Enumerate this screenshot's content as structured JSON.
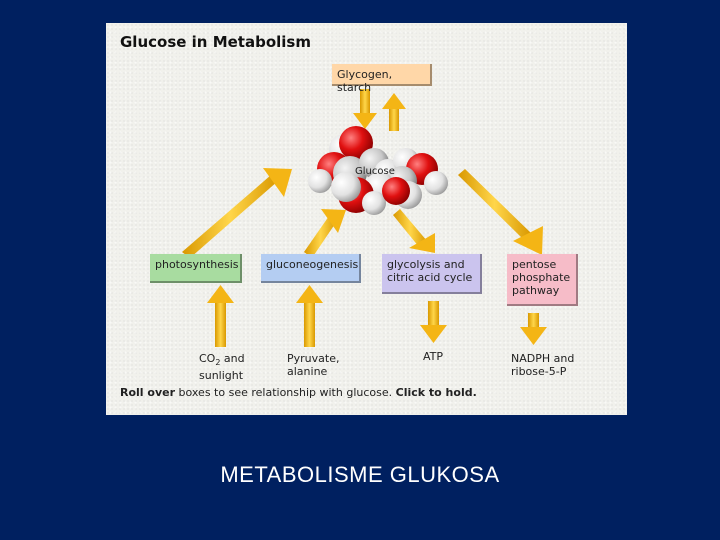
{
  "panel": {
    "title": "Glucose in Metabolism",
    "center_label": "Glucose",
    "boxes": {
      "glycogen": "Glycogen, starch",
      "photosynthesis": "photosynthesis",
      "gluconeogenesis": "gluconeogenesis",
      "glycolysis": [
        "glycolysis and",
        "citric acid cycle"
      ],
      "pentose": [
        "pentose",
        "phosphate",
        "pathway"
      ]
    },
    "products": {
      "co2_main": "CO",
      "co2_sub": "2",
      "co2_tail": " and",
      "co2_line2": "sunlight",
      "pyruvate": [
        "Pyruvate,",
        "alanine"
      ],
      "atp": "ATP",
      "nadph": [
        "NADPH and",
        "ribose-5-P"
      ]
    },
    "footer": {
      "roll_bold": "Roll over",
      "middle": " boxes to see relationship with glucose. ",
      "click_bold": "Click to hold."
    }
  },
  "caption": "METABOLISME GLUKOSA",
  "colors": {
    "background": "#002060",
    "arrow": "#f4b515",
    "box_glycogen": "#ffd7a8",
    "box_photosynthesis": "#a8dca0",
    "box_gluconeogenesis": "#b4cdf2",
    "box_glycolysis": "#cbc4ee",
    "box_pentose": "#f6bcc8"
  }
}
